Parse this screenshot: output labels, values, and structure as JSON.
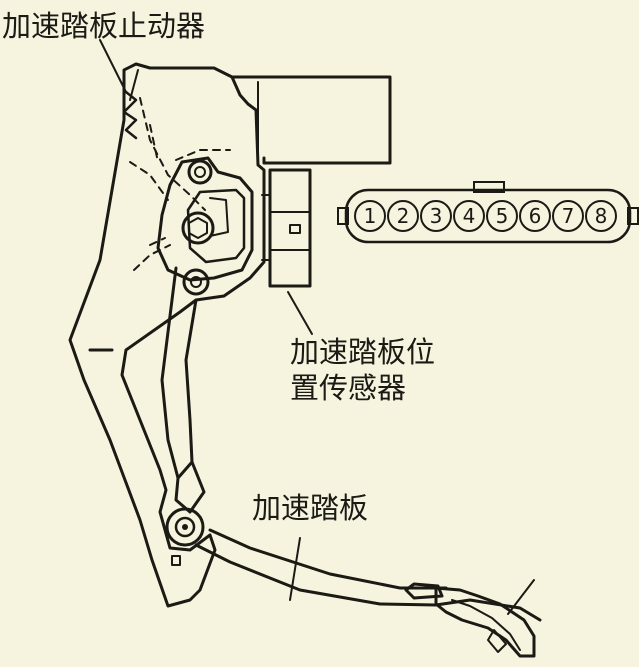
{
  "colors": {
    "background": "#f6f3df",
    "ink": "#1b1a14"
  },
  "labels": {
    "stop": "加速踏板止动器",
    "sensor_line1": "加速踏板位",
    "sensor_line2": "置传感器",
    "pedal": "加速踏板"
  },
  "connector": {
    "pins": [
      "1",
      "2",
      "3",
      "4",
      "5",
      "6",
      "7",
      "8"
    ]
  }
}
